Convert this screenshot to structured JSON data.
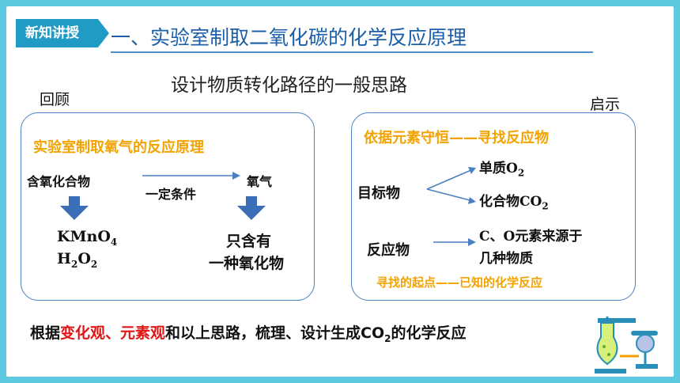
{
  "header": {
    "tag": "新知讲授",
    "title": "一、实验室制取二氧化碳的化学反应原理"
  },
  "subtitle": "设计物质转化路径的一般思路",
  "left": {
    "label": "回顾",
    "heading": "实验室制取氧气的反应原理",
    "reactant": "含氧化合物",
    "condition": "一定条件",
    "product": "氧气",
    "formula1_main": "KMnO",
    "formula1_sub": "4",
    "formula2_a": "H",
    "formula2_sub1": "2",
    "formula2_b": "O",
    "formula2_sub2": "2",
    "only_contains": "只含有",
    "one_oxide": "一种氧化物"
  },
  "right": {
    "label": "启示",
    "heading": "依据元素守恒——寻找反应物",
    "target": "目标物",
    "element_a": "单质O",
    "element_sub": "2",
    "compound_a": "化合物CO",
    "compound_sub": "2",
    "reactant": "反应物",
    "source1": "C、O元素来源于",
    "source2": "几种物质",
    "footnote": "寻找的起点——已知的化学反应"
  },
  "footer": {
    "p1": "根据",
    "p2": "变化观、",
    "p3": "",
    "p4": "元素观",
    "p5": "和以上思路，梳理、设计生成CO",
    "p6": "2",
    "p7": "的化学反应"
  },
  "colors": {
    "background": "#5cc9e0",
    "tag": "#1f9bc4",
    "title": "#1a5fa8",
    "heading": "#f2a300",
    "emphasis": "#e01515",
    "box_border": "#4a7fc0"
  }
}
